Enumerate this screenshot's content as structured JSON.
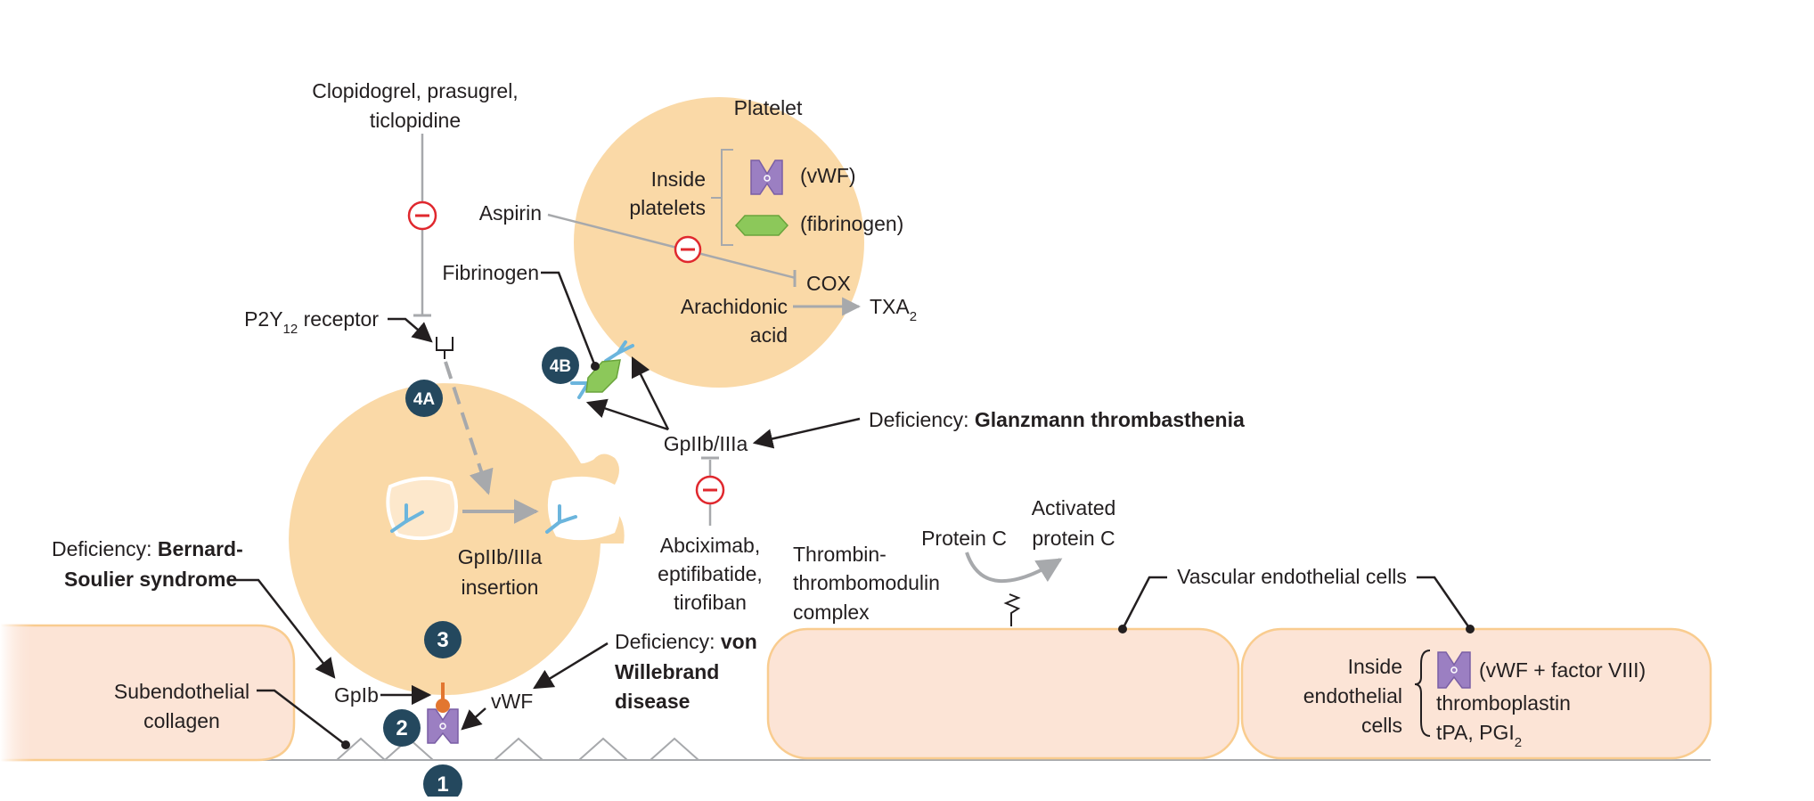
{
  "drugs": {
    "p2y12_inhibitors": [
      "Clopidogrel, prasugrel,",
      "ticlopidine"
    ],
    "aspirin": "Aspirin",
    "gp2b3a_inhibitors": [
      "Abciximab,",
      "eptifibatide,",
      "tirofiban"
    ]
  },
  "platelet": {
    "title": "Platelet",
    "inside_label": [
      "Inside",
      "platelets"
    ],
    "vwf": "(vWF)",
    "fibrinogen": "(fibrinogen)",
    "cox": "COX",
    "arachidonic": [
      "Arachidonic",
      "acid"
    ],
    "txa": "TXA",
    "txa_sub": "2"
  },
  "labels": {
    "fibrinogen": "Fibrinogen",
    "p2y": "P2Y",
    "p2y_sub": "12",
    "p2y_rest": " receptor",
    "gp2b3a": "GpIIb/IIIa",
    "gp_insertion": [
      "GpIIb/IIIa",
      "insertion"
    ],
    "gpib": "GpIb",
    "vwf": "vWF",
    "subendothelial": [
      "Subendothelial",
      "collagen"
    ],
    "thrombin_complex": [
      "Thrombin-",
      "thrombomodulin",
      "complex"
    ],
    "protein_c": "Protein C",
    "activated_protein_c": [
      "Activated",
      "protein C"
    ],
    "vascular_endothelial": "Vascular endothelial cells"
  },
  "deficiencies": {
    "prefix": "Deficiency: ",
    "glanzmann": "Glanzmann thrombasthenia",
    "bernard": [
      "Bernard-",
      "Soulier syndrome"
    ],
    "vwd": [
      "von",
      "Willebrand",
      "disease"
    ]
  },
  "endothelial": {
    "inside_label": [
      "Inside",
      "endothelial",
      "cells"
    ],
    "vwf_factor": "(vWF + factor VIII)",
    "thromboplastin": "thromboplastin",
    "tpa": "tPA, PGI",
    "tpa_sub": "2"
  },
  "steps": {
    "s1": "1",
    "s2": "2",
    "s3": "3",
    "s4a": "4A",
    "s4b": "4B"
  },
  "colors": {
    "platelet_fill": "#fad9a7",
    "endothelium_fill": "#fce4d6",
    "endothelium_stroke": "#f9cc8f",
    "inhibit_red": "#e0282e",
    "badge_navy": "#24485e",
    "receptor_blue": "#6bb5dd",
    "vwf_purple": "#9b7fc2",
    "fibrinogen_green": "#8cc85a",
    "gpib_orange": "#e27630",
    "arrow_gray": "#a7a9ac"
  }
}
